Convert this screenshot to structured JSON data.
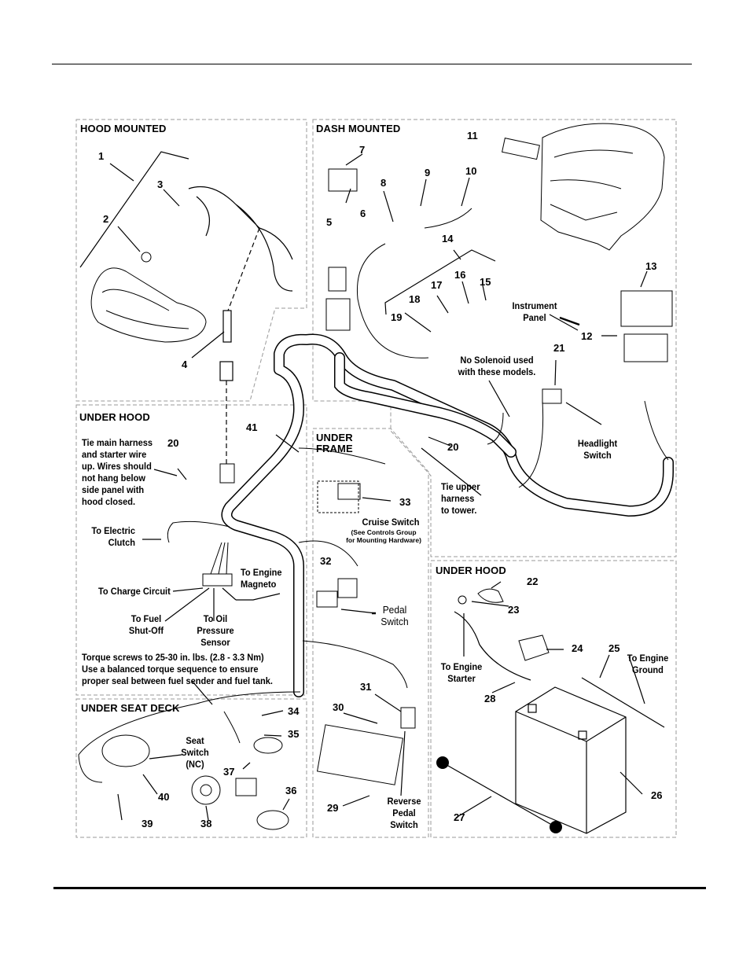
{
  "sections": {
    "hood_mounted": "HOOD MOUNTED",
    "dash_mounted": "DASH MOUNTED",
    "under_hood_left": "UNDER HOOD",
    "under_frame_1": "UNDER",
    "under_frame_2": "FRAME",
    "under_hood_right": "UNDER HOOD",
    "under_seat_deck": "UNDER SEAT DECK"
  },
  "callouts": {
    "c1": "1",
    "c2": "2",
    "c3": "3",
    "c4": "4",
    "c5": "5",
    "c6": "6",
    "c7": "7",
    "c8": "8",
    "c9": "9",
    "c10": "10",
    "c11": "11",
    "c12": "12",
    "c13": "13",
    "c14": "14",
    "c15": "15",
    "c16": "16",
    "c17": "17",
    "c18": "18",
    "c19": "19",
    "c20a": "20",
    "c20b": "20",
    "c21": "21",
    "c22": "22",
    "c23": "23",
    "c24": "24",
    "c25": "25",
    "c26": "26",
    "c27": "27",
    "c28": "28",
    "c29": "29",
    "c30": "30",
    "c31": "31",
    "c32": "32",
    "c33": "33",
    "c34": "34",
    "c35": "35",
    "c36": "36",
    "c37": "37",
    "c38": "38",
    "c39": "39",
    "c40": "40",
    "c41": "41"
  },
  "notes": {
    "instrument_panel": [
      "Instrument",
      "Panel"
    ],
    "no_solenoid": [
      "No Solenoid used",
      "with these models."
    ],
    "headlight_switch": [
      "Headlight",
      "Switch"
    ],
    "tie_main": [
      "Tie main harness",
      "and starter wire",
      "up. Wires should",
      "not hang below",
      "side panel with",
      "hood closed."
    ],
    "tie_upper": [
      "Tie upper",
      "harness",
      "to tower."
    ],
    "electric_clutch": [
      "To Electric",
      "Clutch"
    ],
    "engine_magneto": [
      "To Engine",
      "Magneto"
    ],
    "charge_circuit": "To Charge Circuit",
    "fuel_shutoff": [
      "To Fuel",
      "Shut-Off"
    ],
    "oil_pressure": [
      "To Oil",
      "Pressure",
      "Sensor"
    ],
    "torque": [
      "Torque screws to 25-30 in. lbs. (2.8 - 3.3 Nm)",
      "Use a balanced torque sequence to ensure",
      "proper seal between fuel sender and fuel tank."
    ],
    "cruise_switch": "Cruise Switch",
    "cruise_sub": [
      "(See Controls Group",
      "for Mounting Hardware)"
    ],
    "pedal_switch": [
      "Pedal",
      "Switch"
    ],
    "reverse_pedal": [
      "Reverse",
      "Pedal",
      "Switch"
    ],
    "seat_switch": [
      "Seat",
      "Switch",
      "(NC)"
    ],
    "engine_starter": [
      "To Engine",
      "Starter"
    ],
    "engine_ground": [
      "To Engine",
      "Ground"
    ]
  }
}
